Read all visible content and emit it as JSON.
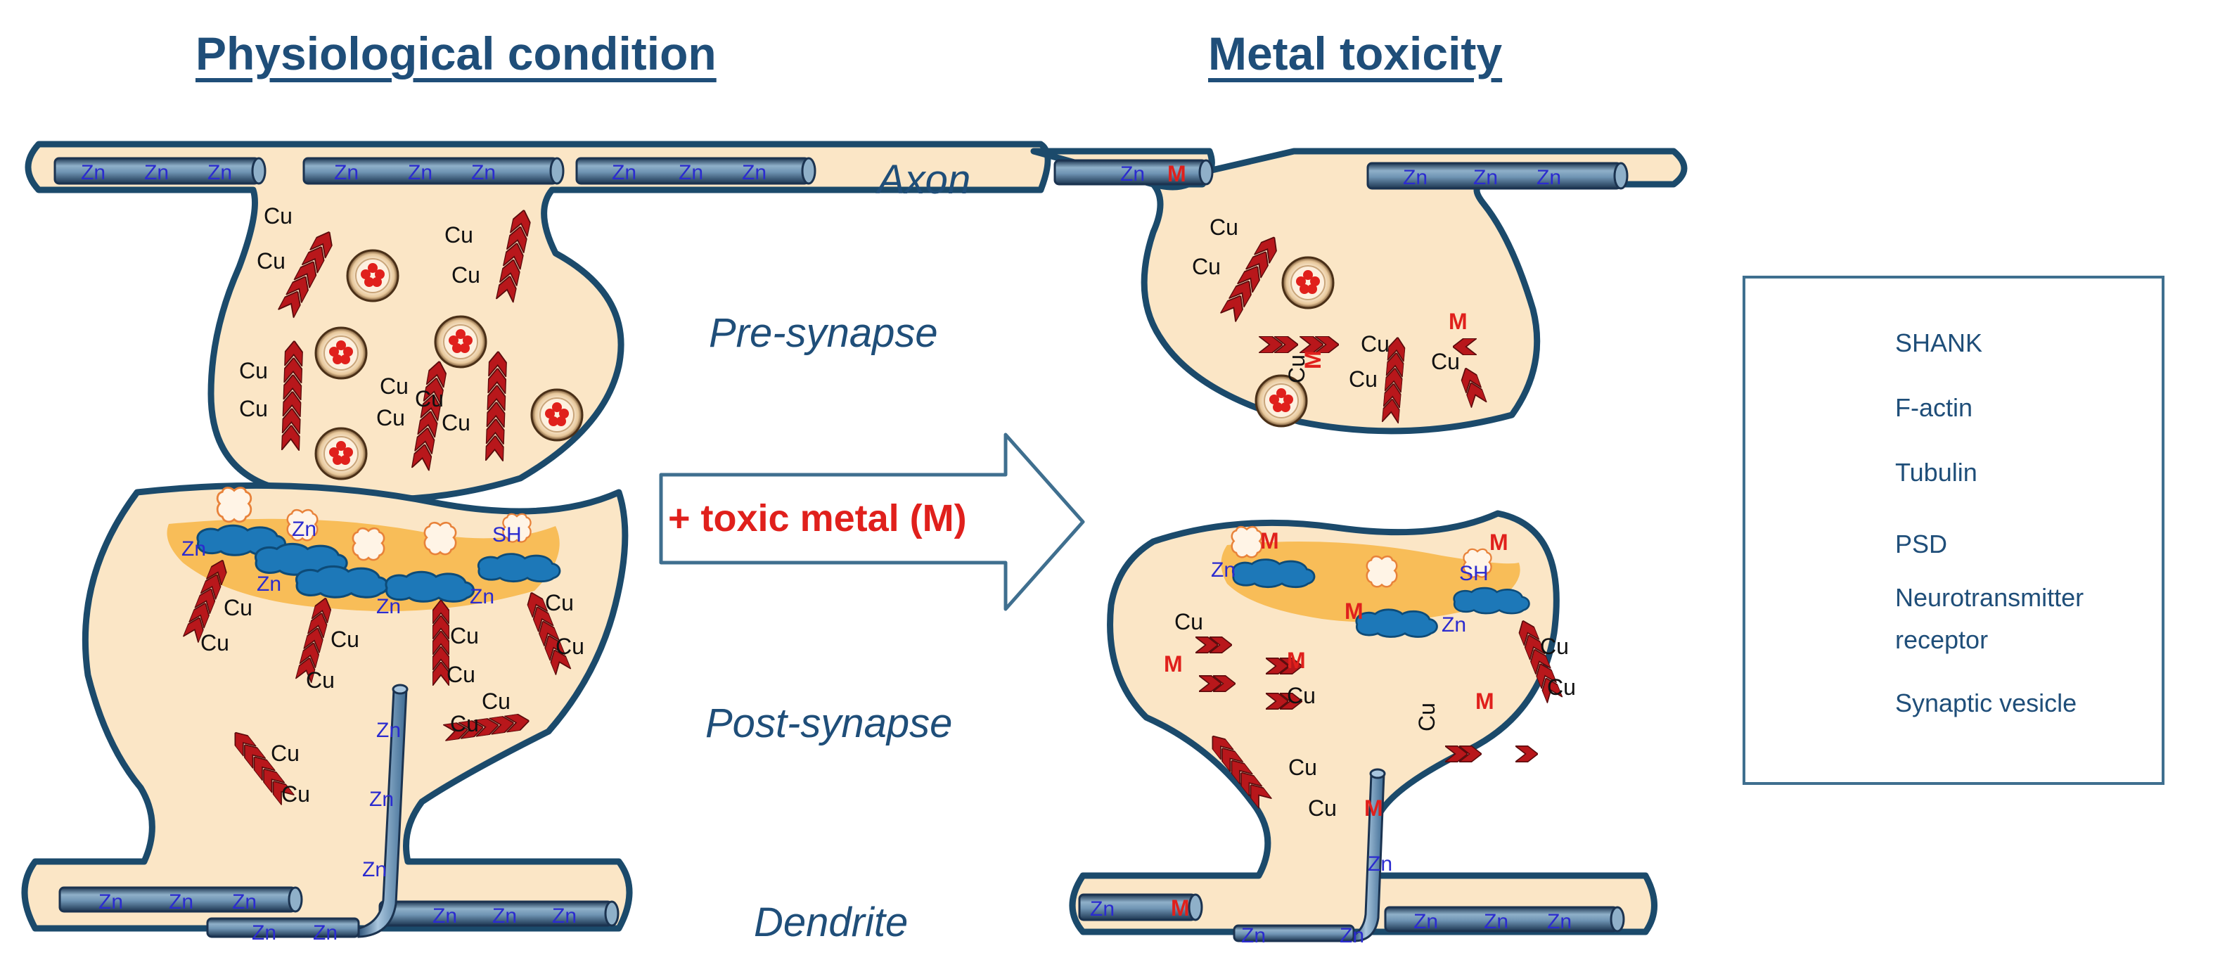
{
  "titles": {
    "left": "Physiological condition",
    "right": "Metal toxicity"
  },
  "regions": {
    "axon": "Axon",
    "presynapse": "Pre-synapse",
    "postsynapse": "Post-synapse",
    "dendrite": "Dendrite"
  },
  "arrow": {
    "label": "+ toxic metal (M)"
  },
  "labels": {
    "zinc": "Zn",
    "copper": "Cu",
    "metal": "M",
    "thiol": "SH"
  },
  "legend": {
    "shank": "SHANK",
    "factin": "F-actin",
    "tubulin": "Tubulin",
    "psd": "PSD",
    "receptor_line1": "Neurotransmitter",
    "receptor_line2": "receptor",
    "vesicle": "Synaptic vesicle"
  },
  "colors": {
    "cytoplasm": "#fbe6c6",
    "membrane": "#1b4a6b",
    "psd": "#f7b84b",
    "shank": "#1d78b8",
    "factin": "#b8171b",
    "tubulin": "#5f86a6",
    "metal": "#e0201c",
    "zinc": "#2b2bcf"
  }
}
